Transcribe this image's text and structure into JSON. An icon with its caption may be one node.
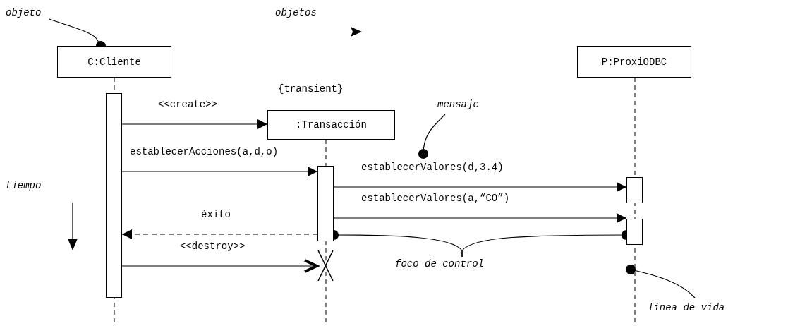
{
  "diagram": {
    "nodes": [
      {
        "text": [
          "objeto"
        ]
      },
      {
        "text": [
          "C:Cliente"
        ]
      },
      {
        "text": [
          ":Transacción"
        ],
        "beside": [
          "{transient}"
        ]
      },
      {
        "text": [
          "mensaje"
        ]
      },
      {
        "text": [
          "P:ProxiODBC"
        ]
      },
      {
        "text": [],
        "shape": "bar"
      },
      {
        "text": [],
        "shape": "bar"
      },
      {
        "text": [],
        "shape": "bar"
      },
      {
        "text": [],
        "shape": "bar"
      },
      {
        "text": [],
        "shape": "cross"
      },
      {
        "text": [
          "línea de vida"
        ]
      },
      {
        "text": [
          "foco de control"
        ]
      }
    ],
    "edges": [
      {
        "from": 0,
        "to": 1,
        "arrow": "other"
      },
      {
        "from": 5,
        "to": 2,
        "arrow": "to",
        "label": "<<create>>"
      },
      {
        "from": 5,
        "to": 6,
        "arrow": "to",
        "label": "establecerAcciones(a,d,o)"
      },
      {
        "from": 6,
        "to": 7,
        "arrow": "to",
        "label": "establecerValores(d,3.4)"
      },
      {
        "from": 6,
        "to": 8,
        "arrow": "to",
        "label": "establecerValores(a,“CO”)"
      },
      {
        "from": 6,
        "to": 5,
        "arrow": "to",
        "label": "éxito",
        "style": "dashed"
      },
      {
        "from": 5,
        "to": 9,
        "arrow": "to",
        "label": "<<destroy>>"
      },
      {
        "from": 3,
        "to": null,
        "arrow": "other"
      },
      {
        "from": 10,
        "to": null,
        "arrow": "other"
      },
      {
        "from": 11,
        "to": 6,
        "arrow": "other"
      },
      {
        "from": 11,
        "to": 8,
        "arrow": "other"
      }
    ],
    "labels": [
      "objetos",
      "tiempo"
    ]
  }
}
